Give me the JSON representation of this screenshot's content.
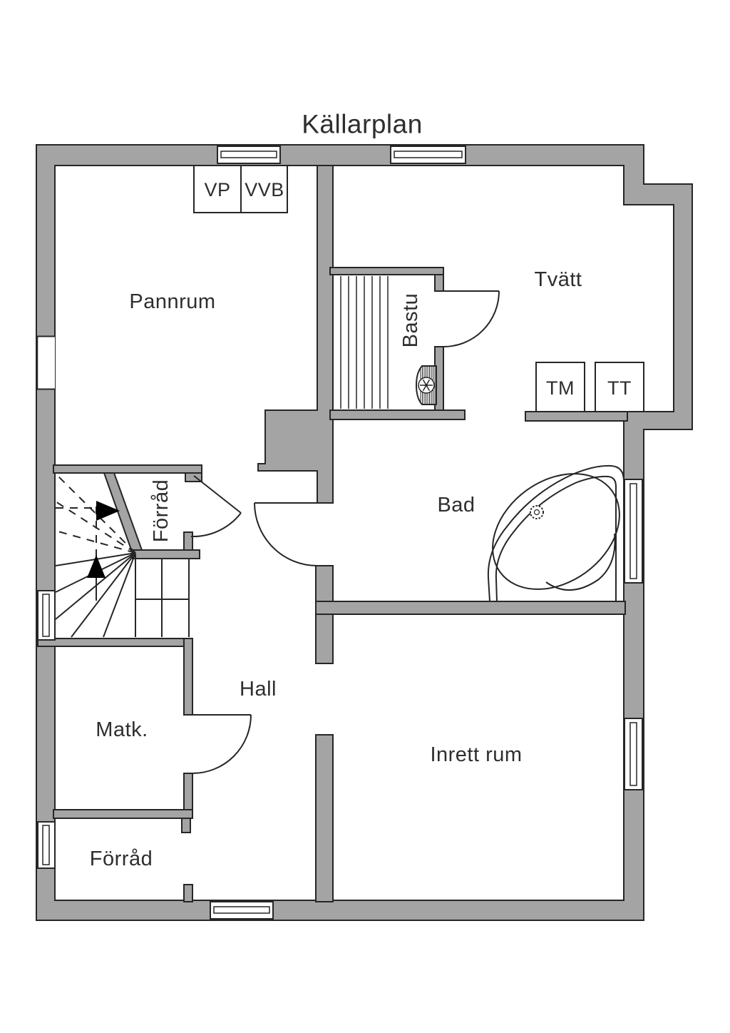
{
  "title": "Källarplan",
  "rooms": {
    "pannrum": "Pannrum",
    "tvatt": "Tvätt",
    "bastu": "Bastu",
    "bad": "Bad",
    "hall": "Hall",
    "matk": "Matk.",
    "inrett_rum": "Inrett rum",
    "forrad_under_stairs": "Förråd",
    "forrad_bottom": "Förråd"
  },
  "equipment": {
    "vp": "VP",
    "vvb": "VVB",
    "tm": "TM",
    "tt": "TT"
  },
  "colors": {
    "wall_fill": "#a4a4a4",
    "outline": "#262626",
    "background": "#ffffff",
    "text": "#2e2e2e"
  }
}
